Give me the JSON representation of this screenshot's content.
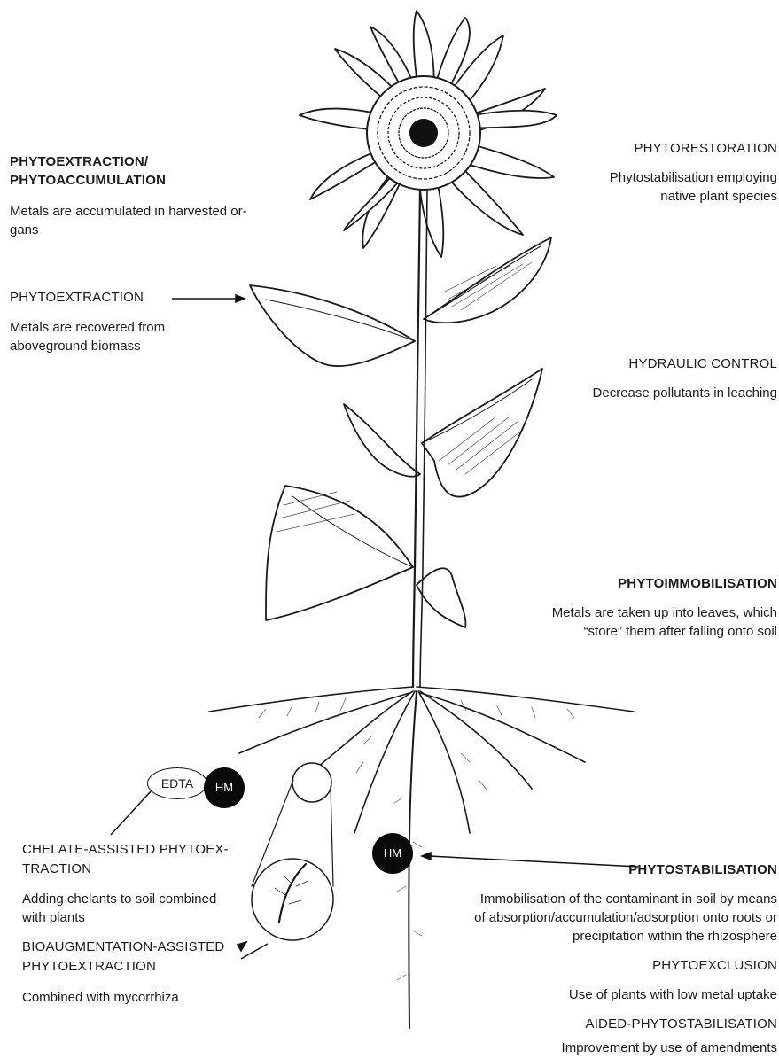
{
  "left": {
    "phytoextraction_accumulation": {
      "title_line1": "PHYTOEXTRACTION/",
      "title_line2": "PHYTOACCUMULATION",
      "desc_line1": "Metals are accumulated in harvested or-",
      "desc_line2": "gans"
    },
    "phytoextraction": {
      "title": "PHYTOEXTRACTION",
      "desc_line1": "Metals are recovered from",
      "desc_line2": "aboveground biomass"
    },
    "chelate": {
      "title_line1": "CHELATE-ASSISTED PHYTOEX-",
      "title_line2": "TRACTION",
      "desc_line1": "Adding chelants to soil combined",
      "desc_line2": "with plants"
    },
    "bioaugmentation": {
      "title_line1": "BIOAUGMENTATION-ASSISTED",
      "title_line2": "PHYTOEXTRACTION",
      "desc": "Combined with mycorrhiza"
    }
  },
  "right": {
    "phytorestoration": {
      "title": "PHYTORESTORATION",
      "desc_line1": "Phytostabilisation employing",
      "desc_line2": "native plant species"
    },
    "hydraulic": {
      "title": "HYDRAULIC CONTROL",
      "desc": "Decrease pollutants in leaching"
    },
    "phytoimmobilisation": {
      "title": "PHYTOIMMOBILISATION",
      "desc_line1": "Metals are taken up into leaves, which",
      "desc_line2": "“store” them after falling onto soil"
    },
    "phytostabilisation": {
      "title": "PHYTOSTABILISATION",
      "desc_line1": "Immobilisation of the contaminant in soil by means",
      "desc_line2": "of absorption/accumulation/adsorption onto roots or",
      "desc_line3": "precipitation within the rhizosphere"
    },
    "phytoexclusion": {
      "title": "PHYTOEXCLUSION",
      "desc": "Use of plants with low metal uptake"
    },
    "aided": {
      "title": "AIDED-PHYTOSTABILISATION",
      "desc": "Improvement by use of amendments"
    }
  },
  "nodes": {
    "edta": "EDTA",
    "hm_top": "HM",
    "hm_root": "HM"
  },
  "colors": {
    "ink": "#1a1a1a",
    "circle_fill": "#0a0a0a"
  }
}
